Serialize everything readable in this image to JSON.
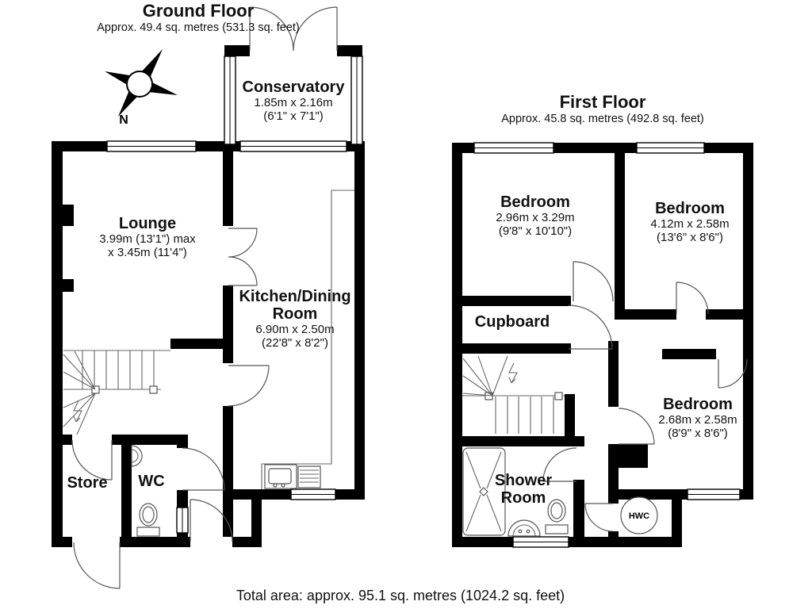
{
  "ground_floor": {
    "title": "Ground Floor",
    "area": "Approx. 49.4 sq. metres (531.3 sq. feet)",
    "rooms": {
      "conservatory": {
        "name": "Conservatory",
        "dims_metric": "1.85m x 2.16m",
        "dims_imperial": "(6'1\" x 7'1\")"
      },
      "lounge": {
        "name": "Lounge",
        "dims_metric": "3.99m (13'1\") max",
        "dims_imperial": "x 3.45m (11'4\")"
      },
      "kitchen_dining": {
        "name_line1": "Kitchen/Dining",
        "name_line2": "Room",
        "dims_metric": "6.90m x 2.50m",
        "dims_imperial": "(22'8\" x 8'2\")"
      },
      "store": {
        "name": "Store"
      },
      "wc": {
        "name": "WC"
      }
    }
  },
  "first_floor": {
    "title": "First Floor",
    "area": "Approx. 45.8 sq. metres (492.8 sq. feet)",
    "rooms": {
      "bedroom_1": {
        "name": "Bedroom",
        "dims_metric": "2.96m x 3.29m",
        "dims_imperial": "(9'8\" x 10'10\")"
      },
      "bedroom_2": {
        "name": "Bedroom",
        "dims_metric": "4.12m x 2.58m",
        "dims_imperial": "(13'6\" x 8'6\")"
      },
      "bedroom_3": {
        "name": "Bedroom",
        "dims_metric": "2.68m x 2.58m",
        "dims_imperial": "(8'9\" x 8'6\")"
      },
      "cupboard": {
        "name": "Cupboard"
      },
      "shower_room": {
        "name_line1": "Shower",
        "name_line2": "Room"
      }
    },
    "hwc_label": "HWC"
  },
  "compass": {
    "label": "N"
  },
  "footer": {
    "total_area": "Total area: approx. 95.1 sq. metres (1024.2 sq. feet)"
  },
  "colors": {
    "wall": "#000000",
    "background": "#ffffff",
    "linework": "#555555"
  }
}
